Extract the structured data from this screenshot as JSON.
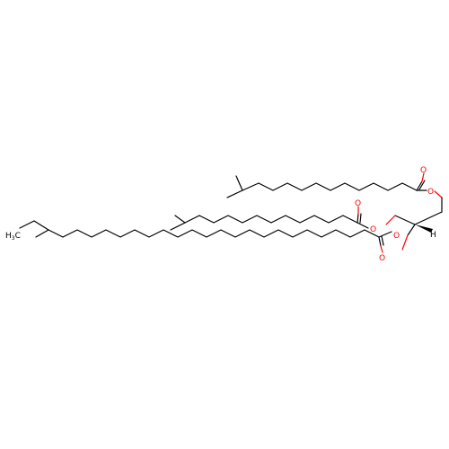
{
  "structure": {
    "atoms": {
      "oxygen": "O",
      "hydrogen": "H",
      "methyl": "H3C",
      "methyl_main": "H",
      "methyl_sub": "3",
      "methyl_tail": "C"
    },
    "colors": {
      "bond": "#000000",
      "oxygen": "#ff0000",
      "background": "#ffffff"
    }
  }
}
